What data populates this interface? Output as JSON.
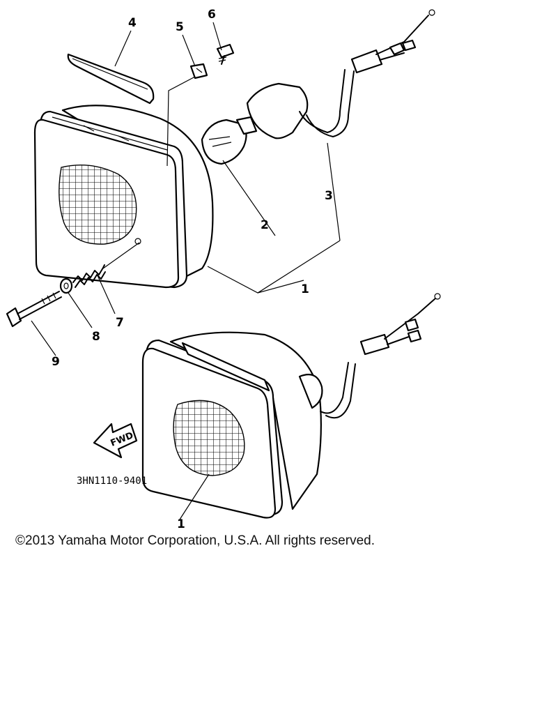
{
  "diagram": {
    "callouts": {
      "c1a": "1",
      "c1b": "1",
      "c2": "2",
      "c3": "3",
      "c4": "4",
      "c5": "5",
      "c6": "6",
      "c7": "7",
      "c8": "8",
      "c9": "9"
    },
    "part_code": "3HN1110-9401",
    "direction_label": "FWD"
  },
  "footer": {
    "copyright": "©2013 Yamaha Motor Corporation, U.S.A. All rights reserved."
  }
}
